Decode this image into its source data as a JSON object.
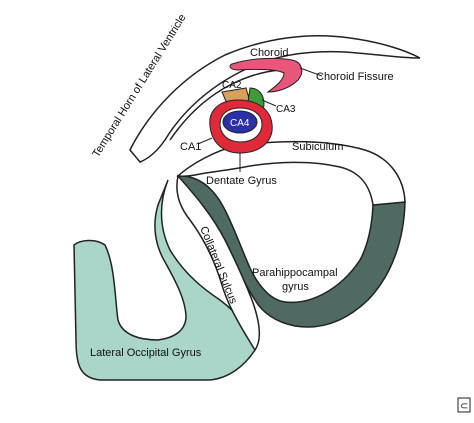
{
  "diagram": {
    "labels": {
      "temporal_horn": "Temporal Horn of Lateral Ventricle",
      "choroid": "Choroid",
      "choroid_fissure": "Choroid Fissure",
      "ca1": "CA1",
      "ca2": "CA2",
      "ca3": "CA3",
      "ca4": "CA4",
      "subiculum": "Subiculum",
      "dentate_gyrus": "Dentate Gyrus",
      "collateral_sulcus": "Collateral Sulcus",
      "parahippocampal_line1": "Parahippocampal",
      "parahippocampal_line2": "gyrus",
      "lateral_occipital": "Lateral Occipital Gyrus",
      "corner_icon": "⊂"
    },
    "colors": {
      "outline": "#222222",
      "choroid": "#e8577a",
      "ca1_red": "#e02a3a",
      "ca2_orange": "#d9a05a",
      "ca3_green": "#3f9a3a",
      "ca4_blue": "#2b2fa8",
      "parahippocampal": "#4f6a62",
      "occipital": "#a9d6c8",
      "background": "#ffffff"
    }
  }
}
